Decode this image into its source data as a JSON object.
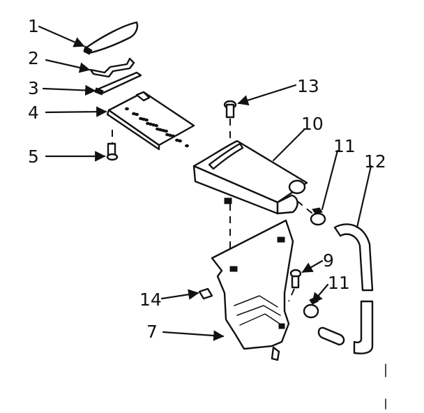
{
  "diagram": {
    "callouts": [
      {
        "id": "1",
        "text": "1"
      },
      {
        "id": "2",
        "text": "2"
      },
      {
        "id": "3",
        "text": "3"
      },
      {
        "id": "4",
        "text": "4"
      },
      {
        "id": "5",
        "text": "5"
      },
      {
        "id": "13",
        "text": "13"
      },
      {
        "id": "10",
        "text": "10"
      },
      {
        "id": "11a",
        "text": "11"
      },
      {
        "id": "12",
        "text": "12"
      },
      {
        "id": "9",
        "text": "9"
      },
      {
        "id": "11b",
        "text": "11"
      },
      {
        "id": "14",
        "text": "14"
      },
      {
        "id": "7",
        "text": "7"
      }
    ],
    "colors": {
      "ink": "#111111",
      "paper": "#ffffff"
    }
  }
}
